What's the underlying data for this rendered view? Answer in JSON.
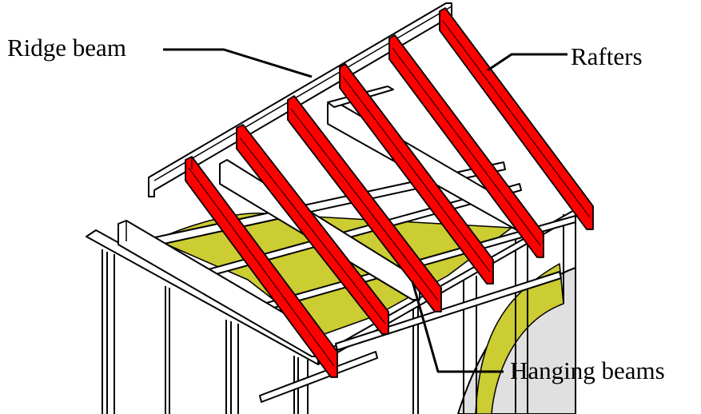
{
  "diagram": {
    "type": "roof framing isometric drawing",
    "labels": {
      "ridge_beam": "Ridge beam",
      "rafters": "Rafters",
      "hanging_beams": "Hanging beams"
    },
    "colors": {
      "rafter": "#FF0000",
      "insulation": "#CCCC33",
      "panel": "#E0E0E0",
      "outline": "#000000",
      "background": "#FFFFFF"
    },
    "counts": {
      "rafters_visible": 6,
      "hanging_beams_visible": 3
    }
  }
}
